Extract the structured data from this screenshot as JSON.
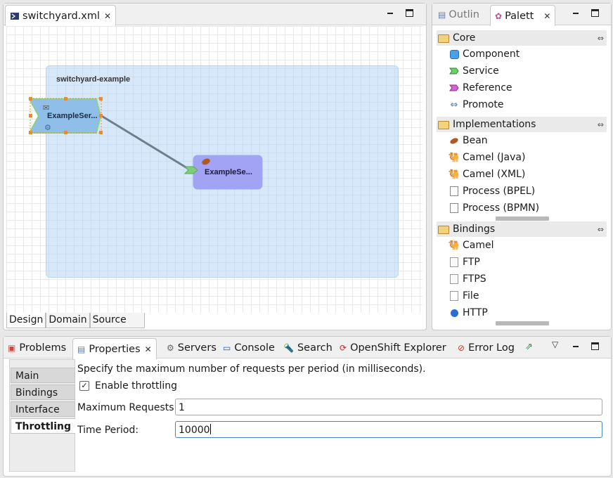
{
  "editor": {
    "tab_title": "switchyard.xml",
    "composite_name": "switchyard-example",
    "service_node_label": "ExampleSer...",
    "component_node_label": "ExampleSe...",
    "bottom_tabs": [
      "Design",
      "Domain",
      "Source"
    ]
  },
  "palette_view": {
    "tabs": [
      "Outlin",
      "Palett"
    ],
    "drawers": [
      {
        "title": "Core",
        "items": [
          {
            "label": "Component",
            "icon": "component-icon"
          },
          {
            "label": "Service",
            "icon": "service-icon"
          },
          {
            "label": "Reference",
            "icon": "reference-icon"
          },
          {
            "label": "Promote",
            "icon": "promote-icon"
          }
        ]
      },
      {
        "title": "Implementations",
        "items": [
          {
            "label": "Bean",
            "icon": "bean-icon"
          },
          {
            "label": "Camel (Java)",
            "icon": "camel-icon"
          },
          {
            "label": "Camel (XML)",
            "icon": "camel-xml-icon"
          },
          {
            "label": "Process (BPEL)",
            "icon": "bpel-icon"
          },
          {
            "label": "Process (BPMN)",
            "icon": "bpmn-icon"
          }
        ]
      },
      {
        "title": "Bindings",
        "items": [
          {
            "label": "Camel",
            "icon": "camel-icon"
          },
          {
            "label": "FTP",
            "icon": "ftp-icon"
          },
          {
            "label": "FTPS",
            "icon": "ftps-icon"
          },
          {
            "label": "File",
            "icon": "file-icon"
          },
          {
            "label": "HTTP",
            "icon": "http-icon"
          }
        ]
      }
    ]
  },
  "bottom_views": {
    "tabs": [
      "Problems",
      "Properties",
      "Servers",
      "Console",
      "Search",
      "OpenShift Explorer",
      "Error Log"
    ]
  },
  "properties": {
    "side_tabs": [
      "Main",
      "Bindings",
      "Interface",
      "Throttling"
    ],
    "active_side_tab": "Throttling",
    "description": "Specify the maximum number of requests per period (in milliseconds).",
    "enable_throttling_label": "Enable throttling",
    "enable_throttling_checked": true,
    "max_requests_label": "Maximum Requests:",
    "max_requests_value": "1",
    "time_period_label": "Time Period:",
    "time_period_value": "10000"
  },
  "colors": {
    "composite_fill": "#d6e8fa",
    "service_fill": "#8fbfe8",
    "component_fill": "#a3a3f5",
    "wire": "#6f7f8c",
    "selection_handle": "#f0892a"
  }
}
